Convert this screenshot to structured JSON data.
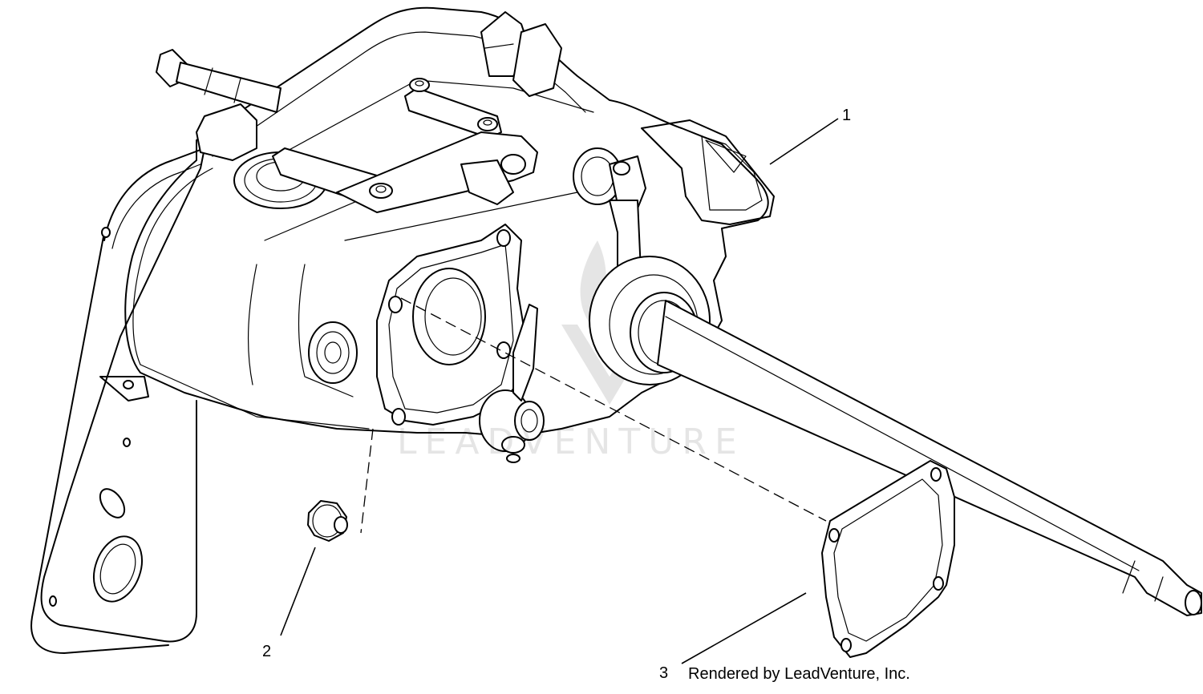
{
  "diagram": {
    "callouts": [
      {
        "id": "1",
        "label": "1"
      },
      {
        "id": "2",
        "label": "2"
      },
      {
        "id": "3",
        "label": "3"
      }
    ],
    "credit": "Rendered by LeadVenture, Inc.",
    "watermark": "LEADVENTURE"
  },
  "colors": {
    "line": "#000000",
    "background": "#ffffff",
    "watermark": "#e6e6e6"
  },
  "icons": {
    "watermark_logo": "leadventure-logo-icon"
  }
}
